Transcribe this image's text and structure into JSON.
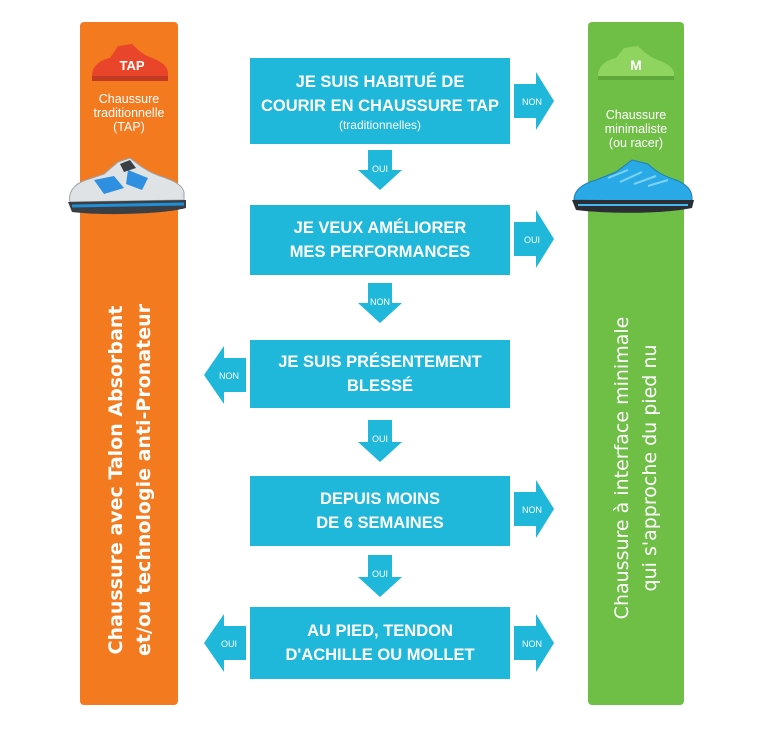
{
  "left_column": {
    "badge": "TAP",
    "caption_lines": [
      "Chaussure",
      "traditionnelle",
      "(TAP)"
    ],
    "description_lines": [
      "Chaussure avec Talon Absorbant",
      "et/ou technologie anti-Pronateur"
    ],
    "color": "#f47a20"
  },
  "right_column": {
    "badge": "M",
    "caption_lines": [
      "Chaussure",
      "minimaliste",
      "(ou racer)"
    ],
    "description_lines": [
      "Chaussure à interface minimale",
      "qui s'approche du pied nu"
    ],
    "color": "#6fbf47"
  },
  "flow": {
    "box_color": "#1fb7da",
    "steps": [
      {
        "lines": [
          "JE SUIS HABITUÉ DE",
          "COURIR EN CHAUSSURE TAP"
        ],
        "sub": "(traditionnelles)",
        "side_label": "NON",
        "down_label": "OUI"
      },
      {
        "lines": [
          "JE VEUX AMÉLIORER",
          "MES PERFORMANCES"
        ],
        "side_label": "OUI",
        "down_label": "NON"
      },
      {
        "lines": [
          "JE SUIS PRÉSENTEMENT",
          "BLESSÉ"
        ],
        "side_label": "NON",
        "down_label": "OUI"
      },
      {
        "lines": [
          "DEPUIS MOINS",
          "DE 6 SEMAINES"
        ],
        "side_label": "NON",
        "down_label": "OUI"
      },
      {
        "lines": [
          "AU PIED, TENDON",
          "D'ACHILLE OU MOLLET"
        ],
        "left_label": "OUI",
        "right_label": "NON"
      }
    ]
  }
}
